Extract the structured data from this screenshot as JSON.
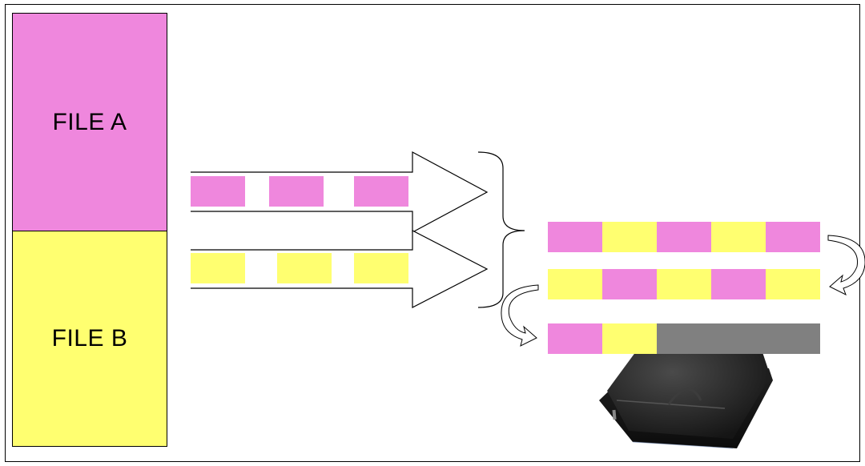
{
  "files": {
    "a": {
      "label": "FILE A"
    },
    "b": {
      "label": "FILE B"
    }
  },
  "colors": {
    "file_a": "#ef87dd",
    "file_b": "#ffff70",
    "unused": "#808080",
    "outline": "#000000"
  },
  "streams": {
    "input_a": [
      "file_a",
      "file_a",
      "file_a"
    ],
    "input_b": [
      "file_b",
      "file_b",
      "file_b"
    ]
  },
  "tape_wraps": [
    [
      "file_a",
      "file_b",
      "file_a",
      "file_b",
      "file_a"
    ],
    [
      "file_b",
      "file_a",
      "file_b",
      "file_a",
      "file_b"
    ],
    [
      "file_a",
      "file_b",
      "unused"
    ]
  ],
  "icons": {
    "brace": "right-curly-brace-icon",
    "turn_right": "curved-arrow-down-right-icon",
    "turn_left": "curved-arrow-down-left-icon",
    "cartridge": "tape-cartridge-icon"
  }
}
